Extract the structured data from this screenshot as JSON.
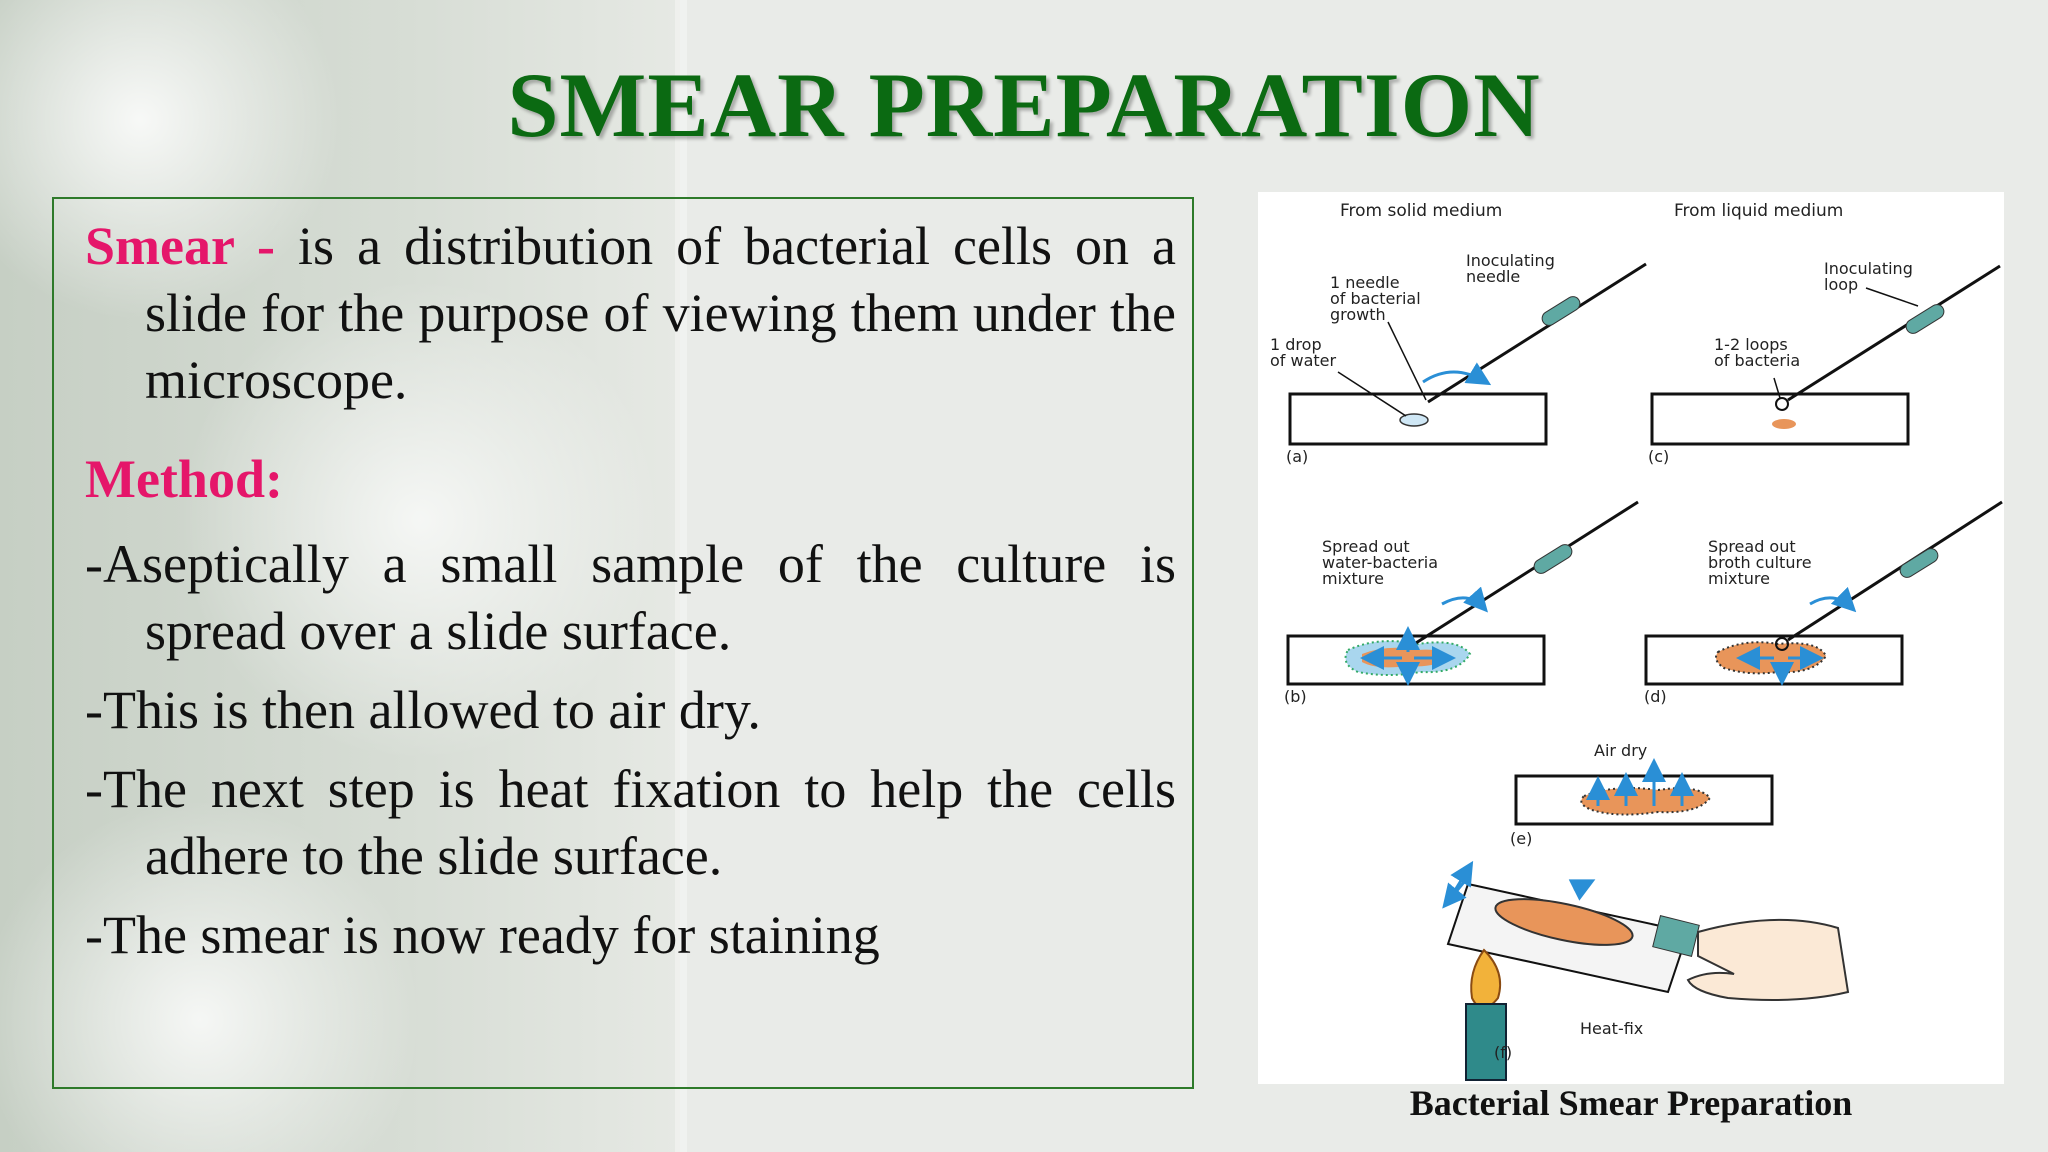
{
  "slide": {
    "title": "SMEAR PREPARATION",
    "definition": {
      "term": "Smear",
      "dash": " - ",
      "text": "is a distribution of bacterial cells on a slide for the purpose of viewing them under the microscope."
    },
    "method_heading": "Method:",
    "steps": [
      " -Aseptically a small sample of the culture is spread over a slide surface.",
      "-This is then allowed to air dry.",
      "-The next step is heat fixation to help the cells adhere to the slide surface.",
      "-The smear is now ready for staining"
    ],
    "figure_caption": "Bacterial Smear Preparation"
  },
  "diagram": {
    "col_solid": "From solid medium",
    "col_liquid": "From liquid medium",
    "a_needle_line1": "Inoculating",
    "a_needle_line2": "needle",
    "a_growth_line1": "1 needle",
    "a_growth_line2": "of bacterial",
    "a_growth_line3": "growth",
    "a_water_line1": "1 drop",
    "a_water_line2": "of water",
    "c_loop_line1": "Inoculating",
    "c_loop_line2": "loop",
    "c_loops_line1": "1-2 loops",
    "c_loops_line2": "of bacteria",
    "b_spread_line1": "Spread out",
    "b_spread_line2": "water-bacteria",
    "b_spread_line3": "mixture",
    "d_spread_line1": "Spread out",
    "d_spread_line2": "broth culture",
    "d_spread_line3": "mixture",
    "air_dry": "Air dry",
    "heat_fix": "Heat-fix",
    "panel_a": "(a)",
    "panel_b": "(b)",
    "panel_c": "(c)",
    "panel_d": "(d)",
    "panel_e": "(e)",
    "panel_f": "(f)"
  },
  "colors": {
    "title": "#0b6a12",
    "accent_pink": "#e5166a",
    "box_border": "#2e7a2a",
    "smear_orange": "#e8955a",
    "arrow_blue": "#2a8fd6",
    "needle_teal": "#5fa9a3"
  }
}
